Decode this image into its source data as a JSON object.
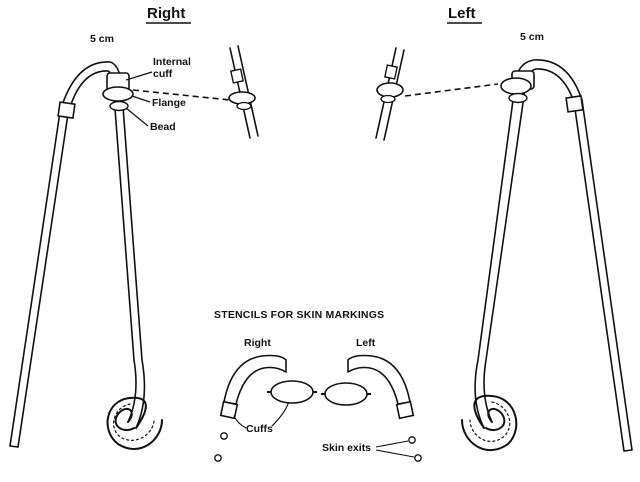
{
  "labels": {
    "right_title": "Right",
    "left_title": "Left",
    "right_length": "5 cm",
    "left_length": "5 cm",
    "internal_cuff": [
      "Internal",
      "cuff"
    ],
    "flange": "Flange",
    "bead": "Bead",
    "stencils_heading": "STENCILS FOR SKIN MARKINGS",
    "stencil_right": "Right",
    "stencil_left": "Left",
    "cuffs": "Cuffs",
    "skin_exits": "Skin exits"
  }
}
